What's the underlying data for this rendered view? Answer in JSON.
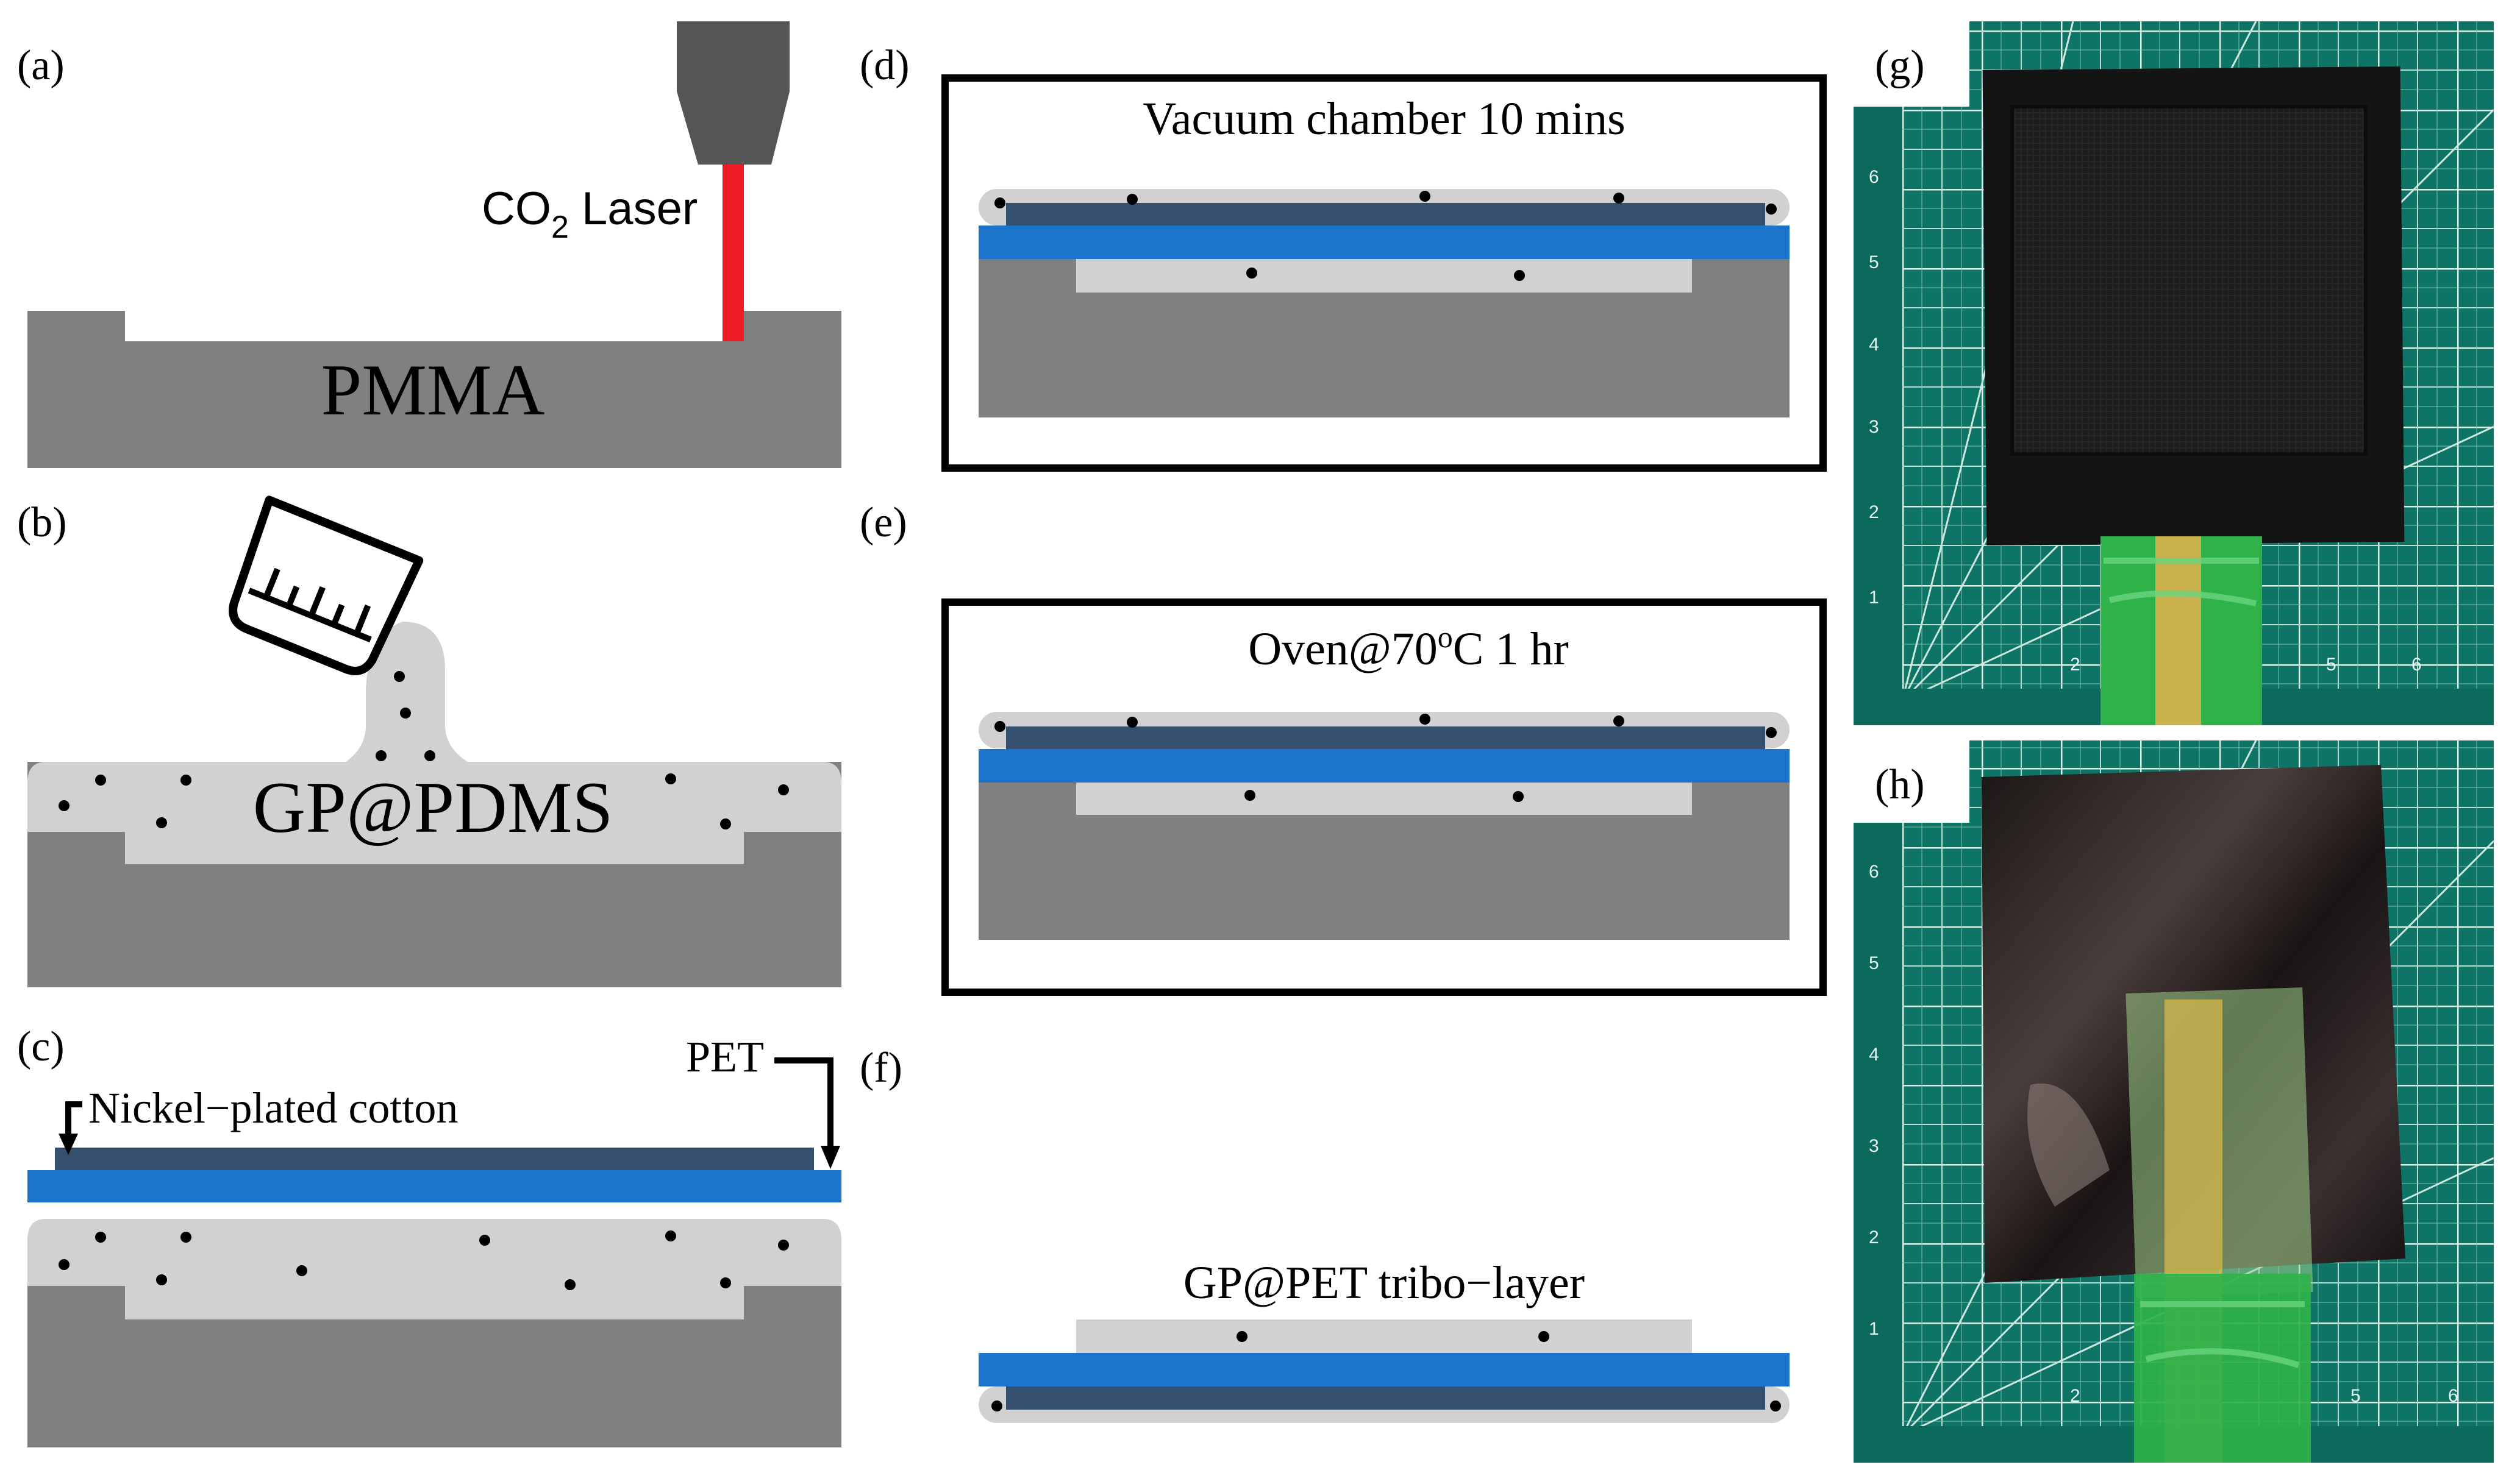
{
  "panels": {
    "a": {
      "tag": "(a)",
      "laser_label_main": "CO",
      "laser_label_sub": "2",
      "laser_label_tail": " Laser",
      "substrate_label": "PMMA"
    },
    "b": {
      "tag": "(b)",
      "composite_label": "GP@PDMS"
    },
    "c": {
      "tag": "(c)",
      "pet_label": "PET",
      "cotton_label": "Nickel−plated cotton"
    },
    "d": {
      "tag": "(d)",
      "step_label": "Vacuum chamber 10 mins"
    },
    "e": {
      "tag": "(e)",
      "step_label_pre": "Oven@70",
      "step_label_sup": "o",
      "step_label_post": "C 1 hr"
    },
    "f": {
      "tag": "(f)",
      "result_label": "GP@PET tribo−layer"
    },
    "g": {
      "tag": "(g)"
    },
    "h": {
      "tag": "(h)"
    }
  },
  "ruler_ticks_g": [
    "6",
    "5",
    "4",
    "3",
    "2",
    "1"
  ],
  "ruler_ticks_g_bottom": [
    "2",
    "5",
    "6"
  ],
  "ruler_ticks_h": [
    "6",
    "5",
    "4",
    "3",
    "2",
    "1"
  ],
  "ruler_ticks_h_bottom": [
    "2",
    "5",
    "6"
  ],
  "colors": {
    "pmma": "#808080",
    "pdms": "#d3d0d1",
    "pet": "#1a74c9",
    "cotton": "#36506f",
    "laser": "#ee1c25",
    "nozzle": "#555555",
    "mat": "#0f7b6a",
    "sample_black": "#141414",
    "tape": "#2fb24a"
  },
  "icons": [
    "beaker-icon",
    "laser-nozzle-icon",
    "arrow-down-icon"
  ]
}
